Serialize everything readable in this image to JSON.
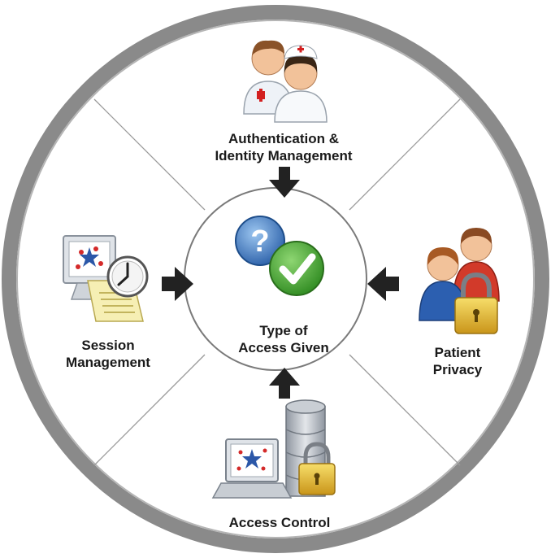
{
  "center": {
    "label_line1": "Type of",
    "label_line2": "Access Given",
    "icons": [
      "question-mark-icon",
      "checkmark-icon"
    ]
  },
  "nodes": {
    "top": {
      "label_line1": "Authentication &",
      "label_line2": "Identity Management",
      "icon": "doctor-nurse-icon"
    },
    "left": {
      "label_line1": "Session",
      "label_line2": "Management",
      "icon": "monitor-clock-icon"
    },
    "right": {
      "label_line1": "Patient",
      "label_line2": "Privacy",
      "icon": "people-lock-icon"
    },
    "bottom": {
      "label_line1": "Access Control",
      "icon": "laptop-database-lock-icon"
    }
  },
  "colors": {
    "ring": "#8a8a8a",
    "arrow": "#222222",
    "check_green": "#3a9a2a",
    "question_blue": "#2f6db5",
    "lock_gold": "#e0b422"
  }
}
